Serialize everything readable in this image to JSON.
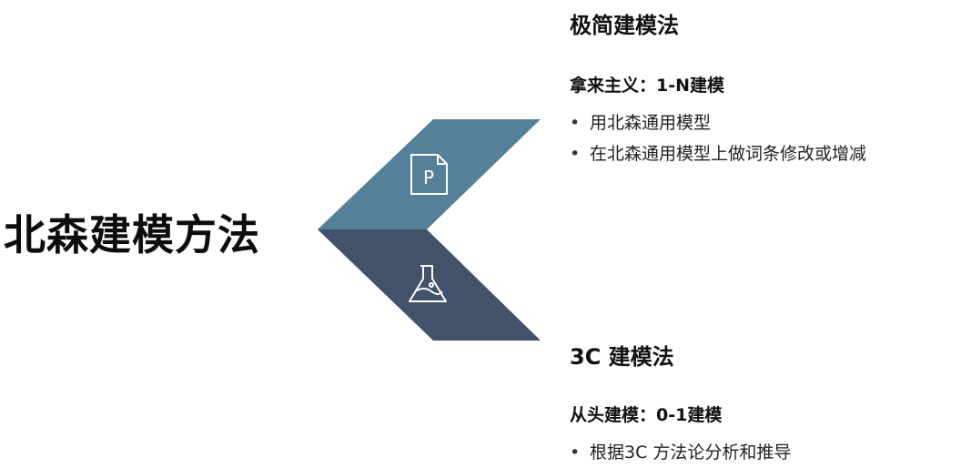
{
  "title": "北森建模方法",
  "methods": [
    {
      "heading": "极简建模法",
      "subheading": "拿来主义：1-N建模",
      "bullets": [
        "用北森通用模型",
        "在北森通用模型上做词条修改或增减"
      ],
      "icon": "document-p-icon",
      "color": "#54809a"
    },
    {
      "heading": "3C 建模法",
      "subheading": "从头建模：0-1建模",
      "bullets": [
        "根据3C 方法论分析和推导"
      ],
      "icon": "flask-icon",
      "color": "#43526b"
    }
  ],
  "bullet_glyph": "•",
  "icon_letter": "P"
}
